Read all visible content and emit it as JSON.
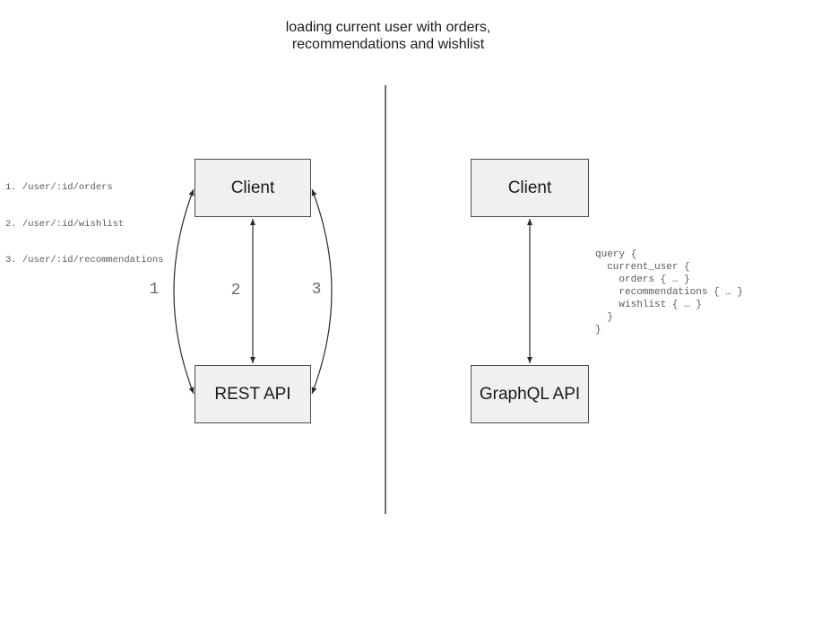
{
  "title": {
    "line1": "loading current user with orders,",
    "line2": "recommendations and wishlist"
  },
  "rest_panel": {
    "client_label": "Client",
    "api_label": "REST API",
    "endpoints": [
      "1. /user/:id/orders",
      "2. /user/:id/wishlist",
      "3. /user/:id/recommendations"
    ],
    "arrow_labels": [
      "1",
      "2",
      "3"
    ]
  },
  "graphql_panel": {
    "client_label": "Client",
    "api_label": "GraphQL API",
    "query": "query {\n  current_user {\n    orders { … }\n    recommendations { … }\n    wishlist { … }\n  }\n}"
  },
  "colors": {
    "background": "#ffffff",
    "box_fill": "#f0f0f0",
    "box_border": "#4c4c4c",
    "arrow_stroke": "#2b2b2b",
    "mono_text": "#5a5a5a",
    "arrow_number_text": "#6b6b6b",
    "divider": "#6f6f6f",
    "title_text": "#1c1c1c"
  }
}
